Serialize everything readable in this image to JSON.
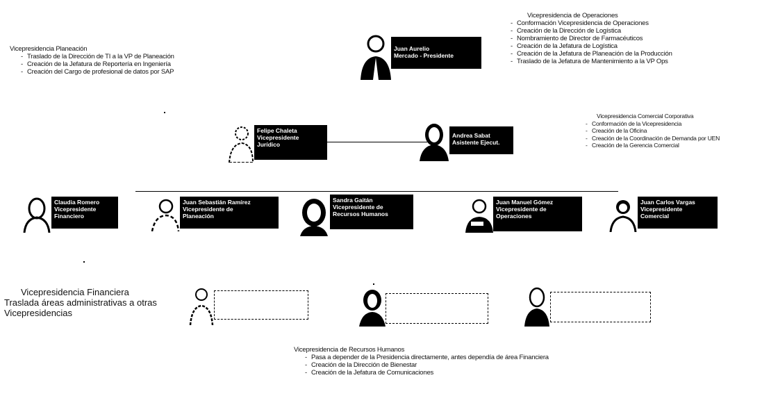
{
  "notes": {
    "planning": {
      "title": "Vicepresidencia Planeación",
      "items": [
        "Traslado de la Dirección de TI a la VP de Planeación",
        "Creación de la Jefatura de Reportería en Ingeniería",
        "Creación del Cargo de profesional de datos por SAP"
      ]
    },
    "operations": {
      "title": "Vicepresidencia de Operaciones",
      "items": [
        "Conformación Vicepresidencia de Operaciones",
        "Creación de la Dirección de Logística",
        "Nombramiento de Director de Farmacéuticos",
        "Creación de la Jefatura de Logística",
        "Creación de la Jefatura de Planeación de la Producción",
        "Traslado de la Jefatura de Mantenimiento a la VP Ops"
      ]
    },
    "commercial": {
      "title": "Vicepresidencia Comercial Corporativa",
      "items": [
        "Conformación de la Vicepresidencia",
        "Creación de la Oficina",
        "Creación de la Coordinación de Demanda por UEN",
        "Creación de la Gerencia Comercial"
      ]
    },
    "financial": {
      "title": "Vicepresidencia Financiera",
      "items": [
        "Traslada áreas administrativas a otras Vicepresidencias"
      ]
    },
    "hr": {
      "title": "Vicepresidencia de Recursos Humanos",
      "items": [
        "Pasa a depender de la Presidencia directamente, antes dependía de área Financiera",
        "Creación de la Dirección de Bienestar",
        "Creación de la Jefatura de Comunicaciones"
      ]
    }
  },
  "cards": {
    "president": {
      "name": "Juan Aurelio",
      "role": "Mercado - Presidente"
    },
    "legal": {
      "name": "Felipe Chaleta",
      "role1": "Vicepresidente",
      "role2": "Jurídico"
    },
    "assistant": {
      "name": "Andrea Sabat",
      "role": "Asistente Ejecut."
    },
    "finance": {
      "name": "Claudia Romero",
      "role1": "Vicepresidente",
      "role2": "Financiero"
    },
    "planning": {
      "name": "Juan Sebastián Ramírez",
      "role1": "Vicepresidente de",
      "role2": "Planeación"
    },
    "hr": {
      "name": "Sandra Gaitán",
      "role1": "Vicepresidente de",
      "role2": "Recursos Humanos"
    },
    "operations": {
      "name": "Juan Manuel Gómez",
      "role1": "Vicepresidente de",
      "role2": "Operaciones"
    },
    "commercial": {
      "name": "Juan Carlos Vargas",
      "role1": "Vicepresidente",
      "role2": "Comercial"
    }
  }
}
